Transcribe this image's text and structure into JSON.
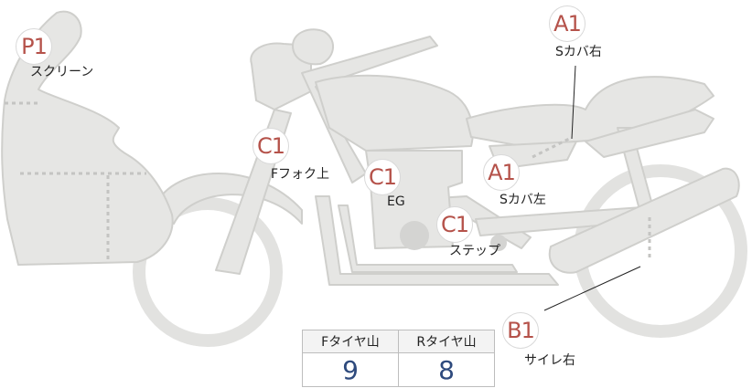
{
  "labels": {
    "screen": {
      "grade": "P1",
      "name": "スクリーン"
    },
    "s_cover_right": {
      "grade": "A1",
      "name": "Sカバ右"
    },
    "front_fork_top": {
      "grade": "C1",
      "name": "Fフォク上"
    },
    "engine": {
      "grade": "C1",
      "name": "EG"
    },
    "s_cover_left": {
      "grade": "A1",
      "name": "Sカバ左"
    },
    "step": {
      "grade": "C1",
      "name": "ステップ"
    },
    "silencer_right": {
      "grade": "B1",
      "name": "サイレ右"
    }
  },
  "tread_table": {
    "headers": [
      "Fタイヤ山",
      "Rタイヤ山"
    ],
    "values": [
      "9",
      "8"
    ]
  },
  "colors": {
    "body_fill": "#e6e6e4",
    "body_stroke": "#cfcfcc",
    "grade_text": "#b5524a",
    "value_text": "#2e4a7d"
  }
}
